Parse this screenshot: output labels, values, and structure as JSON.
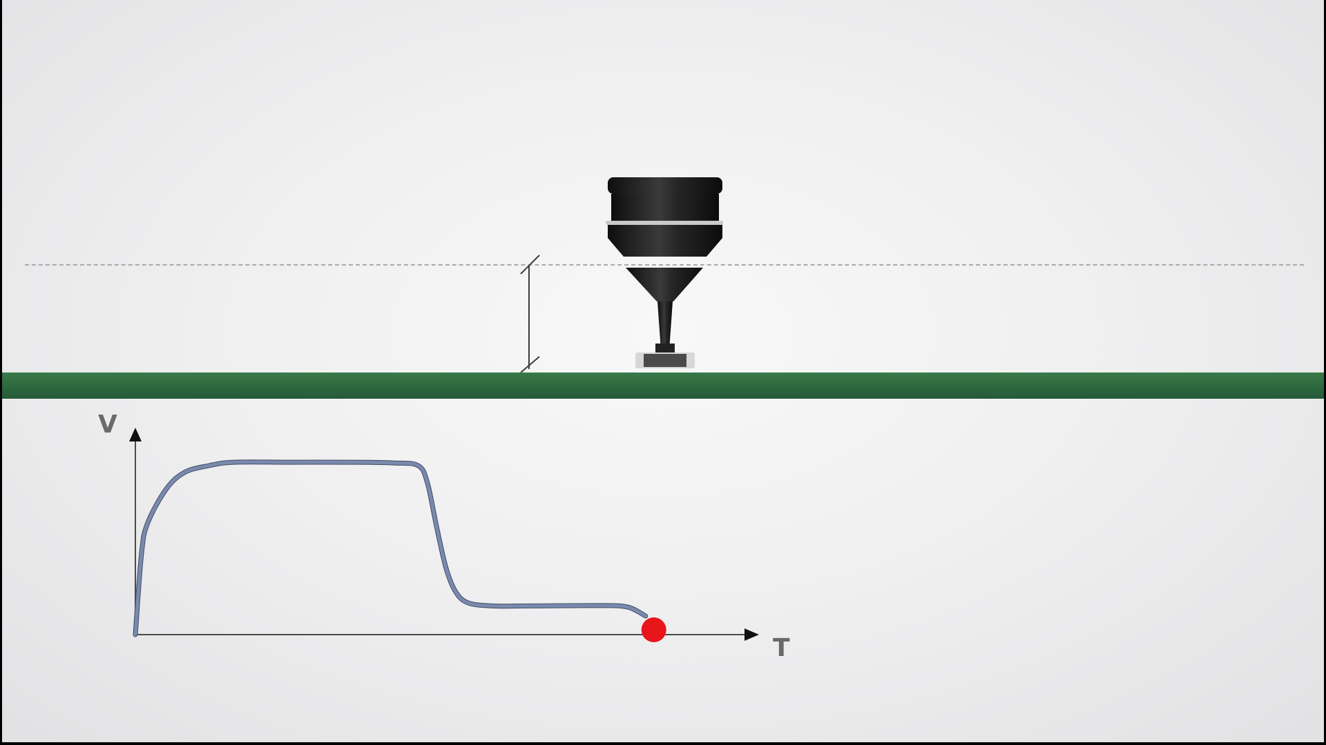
{
  "scene": {
    "background": "#efeff0",
    "board_color": "#2f6a3e",
    "nozzle_color": "#1c1c1c",
    "reference_line": "dashed",
    "icons": [
      "pick-and-place-nozzle-icon",
      "smd-component-icon",
      "height-dimension-icon"
    ]
  },
  "chart_data": {
    "type": "line",
    "xlabel": "T",
    "ylabel": "V",
    "grid": false,
    "series": [
      {
        "color": "#7a8aad",
        "x": [
          0,
          0.1,
          0.2,
          0.5,
          0.8,
          1.2,
          1.6,
          2.5,
          3.5,
          4.2,
          4.6,
          4.75,
          4.9,
          5.05,
          5.2,
          5.4,
          5.8,
          6.5,
          7.5,
          8.0,
          8.3
        ],
        "y": [
          0,
          2.4,
          3.3,
          4.3,
          4.8,
          5.0,
          5.1,
          5.1,
          5.1,
          5.08,
          5.0,
          4.5,
          3.2,
          2.0,
          1.3,
          0.95,
          0.85,
          0.85,
          0.86,
          0.82,
          0.55
        ]
      }
    ],
    "endpoint": {
      "x": 8.3,
      "y": 0.55,
      "color": "#e8151b"
    }
  }
}
